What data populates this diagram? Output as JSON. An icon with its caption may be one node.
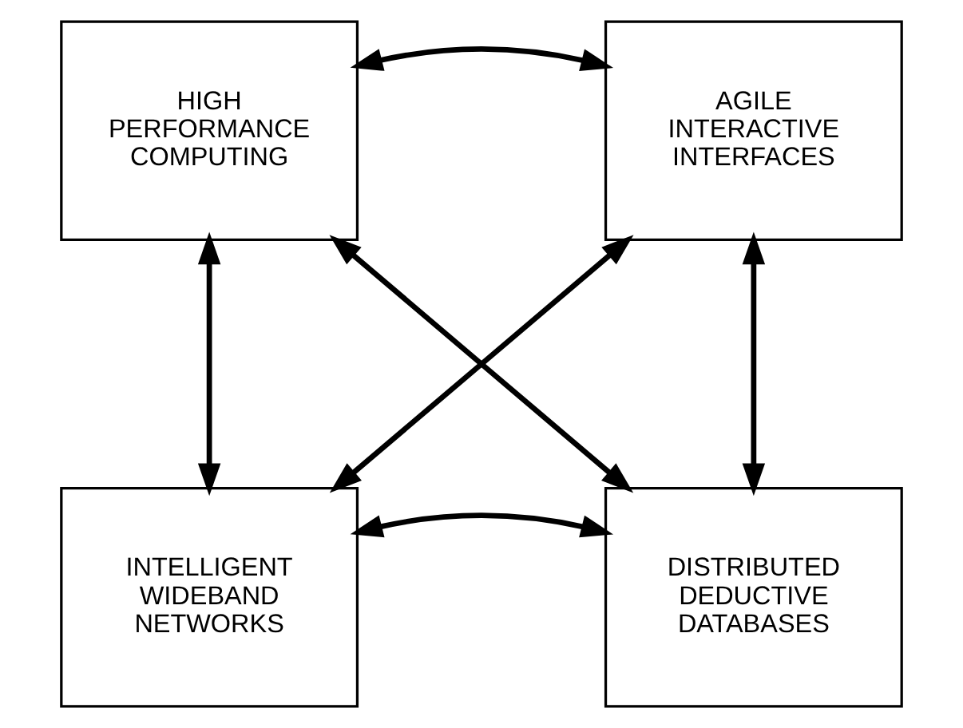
{
  "diagram": {
    "nodes": [
      {
        "text": [
          "HIGH PERFORMANCE COMPUTING"
        ]
      },
      {
        "text": [
          "AGILE INTERACTIVE INTERFACES"
        ]
      },
      {
        "text": [
          "INTELLIGENT WIDEBAND NETWORKS"
        ]
      },
      {
        "text": [
          "DISTRIBUTED DEDUCTIVE DATABASES"
        ]
      }
    ],
    "edges": [
      {
        "from": 0,
        "to": 1,
        "arrow": "both"
      },
      {
        "from": 0,
        "to": 2,
        "arrow": "both"
      },
      {
        "from": 1,
        "to": 3,
        "arrow": "both"
      },
      {
        "from": 1,
        "to": 2,
        "arrow": "both"
      },
      {
        "from": 0,
        "to": 3,
        "arrow": "both"
      },
      {
        "from": 2,
        "to": 3,
        "arrow": "both"
      }
    ]
  }
}
